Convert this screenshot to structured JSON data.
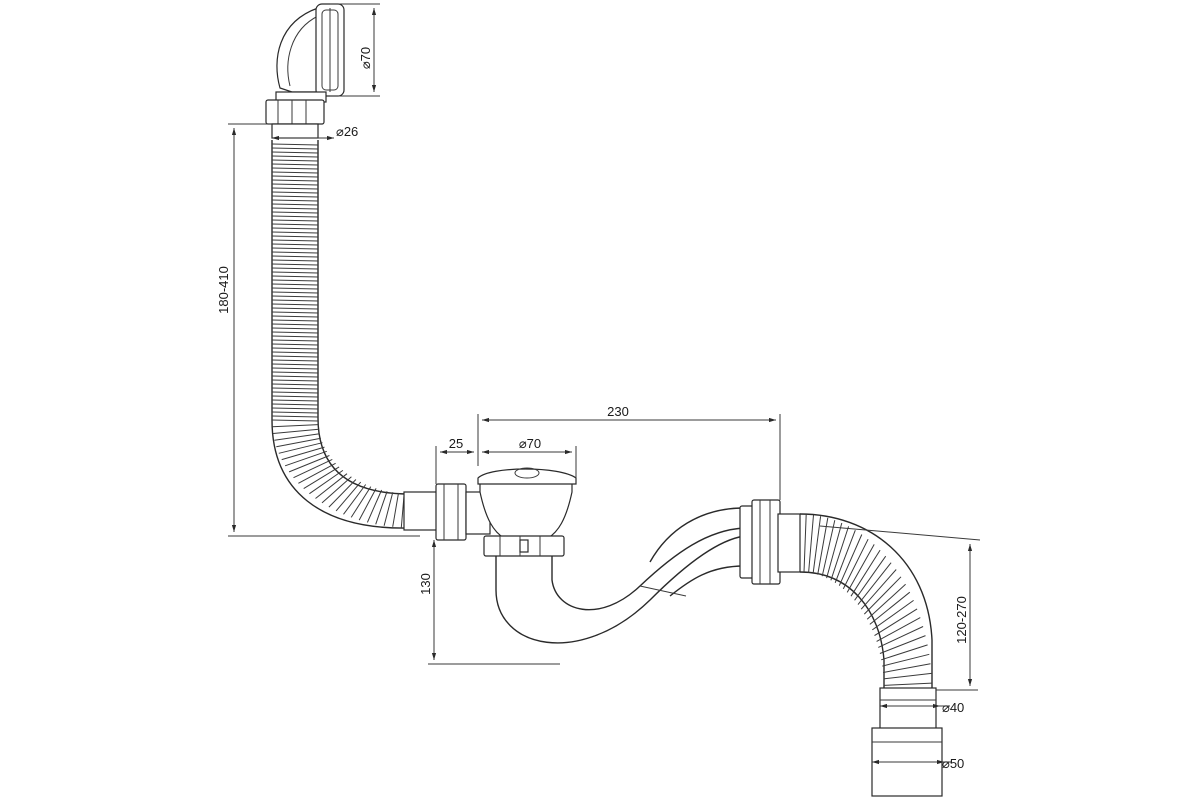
{
  "colors": {
    "line": "#2a2a2a",
    "background": "#ffffff"
  },
  "dimensions": {
    "overflow_diameter": "⌀70",
    "hose_diameter": "⌀26",
    "overflow_hose_length": "180-410",
    "drain_diameter": "⌀70",
    "trap_width": "230",
    "offset": "25",
    "trap_height": "130",
    "outlet_hose_length": "120-270",
    "outlet_diameter_small": "⌀40",
    "outlet_diameter_large": "⌀50"
  }
}
